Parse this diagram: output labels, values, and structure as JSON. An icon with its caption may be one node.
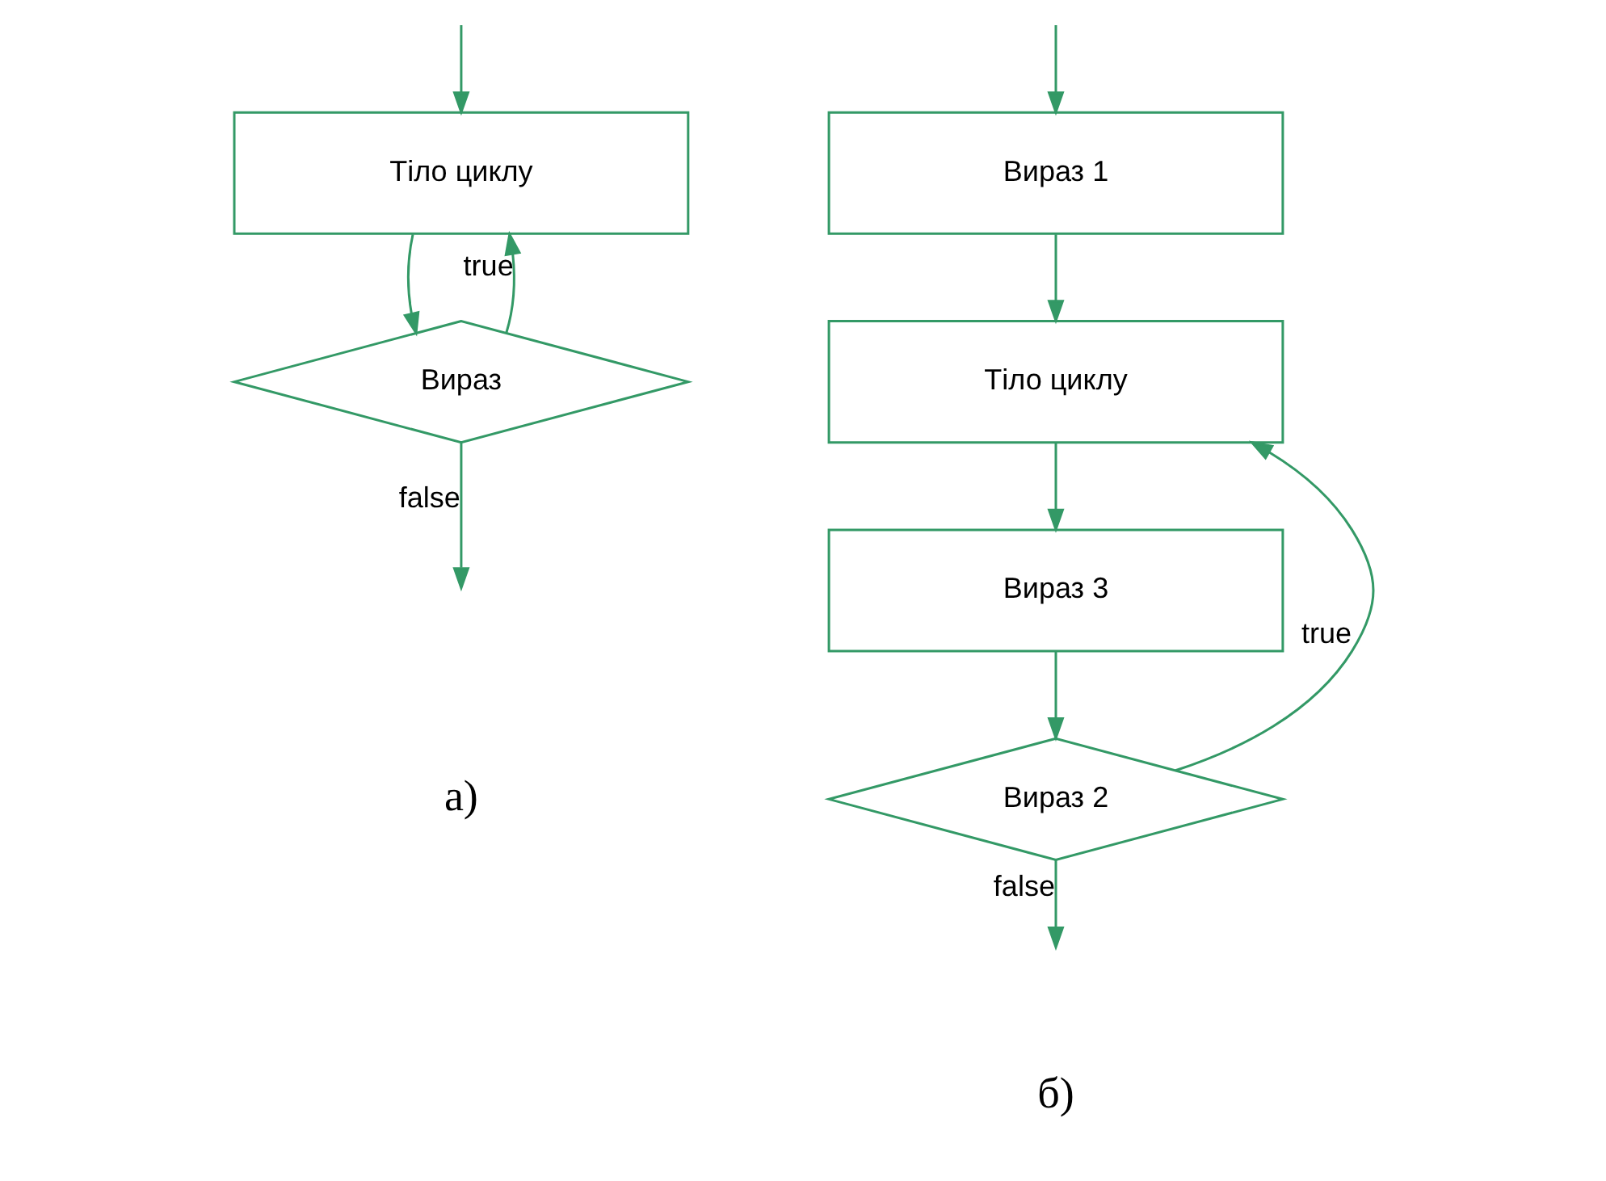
{
  "diagram": {
    "nodes": [
      {
        "text": [
          "Тіло циклу"
        ]
      },
      {
        "text": [
          "Вираз"
        ]
      },
      {
        "text": [
          "Вираз 1"
        ]
      },
      {
        "text": [
          "Тіло циклу"
        ]
      },
      {
        "text": [
          "Вираз 3"
        ]
      },
      {
        "text": [
          "Вираз 2"
        ]
      }
    ],
    "edges": [
      {
        "from": null,
        "to": 0,
        "arrow": "to"
      },
      {
        "from": 0,
        "to": 1,
        "arrow": "to"
      },
      {
        "from": 1,
        "to": 0,
        "arrow": "to",
        "label": "true"
      },
      {
        "from": 1,
        "to": null,
        "arrow": "to",
        "label": "false"
      },
      {
        "from": null,
        "to": 2,
        "arrow": "to"
      },
      {
        "from": 2,
        "to": 3,
        "arrow": "to"
      },
      {
        "from": 3,
        "to": 4,
        "arrow": "to"
      },
      {
        "from": 4,
        "to": 5,
        "arrow": "to"
      },
      {
        "from": 5,
        "to": 3,
        "arrow": "to",
        "label": "true"
      },
      {
        "from": 5,
        "to": null,
        "arrow": "to",
        "label": "false"
      }
    ],
    "labels": [
      "а)",
      "б)"
    ]
  }
}
